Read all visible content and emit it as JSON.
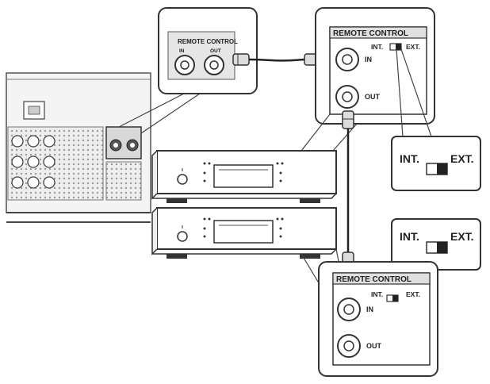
{
  "callout_receiver": {
    "title": "REMOTE CONTROL",
    "in_label": "IN",
    "out_label": "OUT"
  },
  "panel_top": {
    "title": "REMOTE CONTROL",
    "int_label": "INT.",
    "ext_label": "EXT.",
    "in_label": "IN",
    "out_label": "OUT"
  },
  "panel_bottom": {
    "title": "REMOTE CONTROL",
    "int_label": "INT.",
    "ext_label": "EXT.",
    "in_label": "IN",
    "out_label": "OUT"
  },
  "switch_top": {
    "int_label": "INT.",
    "ext_label": "EXT.",
    "position": "EXT."
  },
  "switch_bottom": {
    "int_label": "INT.",
    "ext_label": "EXT.",
    "position": "EXT."
  }
}
